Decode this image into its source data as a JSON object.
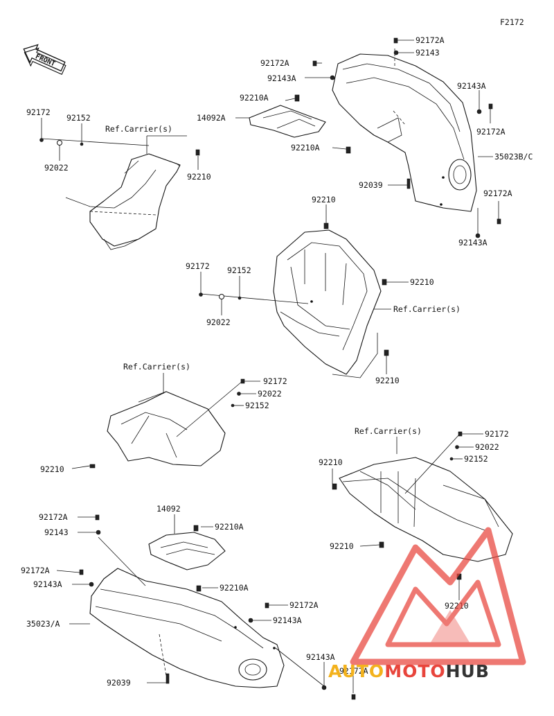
{
  "figure_code": "F2172",
  "front_label": "FRONT",
  "parts": {
    "p_92172a_top": "92172A",
    "p_92143_top": "92143",
    "p_92172a_left": "92172A",
    "p_92143a_left": "92143A",
    "p_92143a_right_top": "92143A",
    "p_92172a_right_top": "92172A",
    "p_92210a_a": "92210A",
    "p_14092a": "14092A",
    "p_92210a_b": "92210A",
    "p_35023bc": "35023B/C",
    "p_92039_top": "92039",
    "p_92172a_right_mid": "92172A",
    "p_92143a_right_mid": "92143A",
    "p_92172_a": "92172",
    "p_92152_a": "92152",
    "ref_carrier_a": "Ref.Carrier(s)",
    "p_92022_a": "92022",
    "p_92210_a": "92210",
    "p_92210_b": "92210",
    "p_92172_b": "92172",
    "p_92152_b": "92152",
    "p_92210_c": "92210",
    "ref_carrier_b": "Ref.Carrier(s)",
    "p_92022_b": "92022",
    "p_92210_d": "92210",
    "ref_carrier_c": "Ref.Carrier(s)",
    "p_92172_c": "92172",
    "p_92022_c": "92022",
    "p_92152_c": "92152",
    "p_92210_e": "92210",
    "ref_carrier_d": "Ref.Carrier(s)",
    "p_92172_d": "92172",
    "p_92022_d": "92022",
    "p_92210_f": "92210",
    "p_92152_d": "92152",
    "p_92210_g": "92210",
    "p_92210_h": "92210",
    "p_14092": "14092",
    "p_92172a_b1": "92172A",
    "p_92210a_c": "92210A",
    "p_92143_b": "92143",
    "p_92172a_b2": "92172A",
    "p_92143a_b2": "92143A",
    "p_92210a_d": "92210A",
    "p_92172a_b3": "92172A",
    "p_92143a_b3": "92143A",
    "p_35023a": "35023/A",
    "p_92143a_b4": "92143A",
    "p_92172a_b4": "92172A",
    "p_92039_bottom": "92039"
  },
  "watermark": {
    "text_part1": "AUTO",
    "text_part2": "MOTO",
    "text_part3": "HUB",
    "color1": "#f3b21d",
    "color2": "#e8453c",
    "color3": "#333333"
  }
}
